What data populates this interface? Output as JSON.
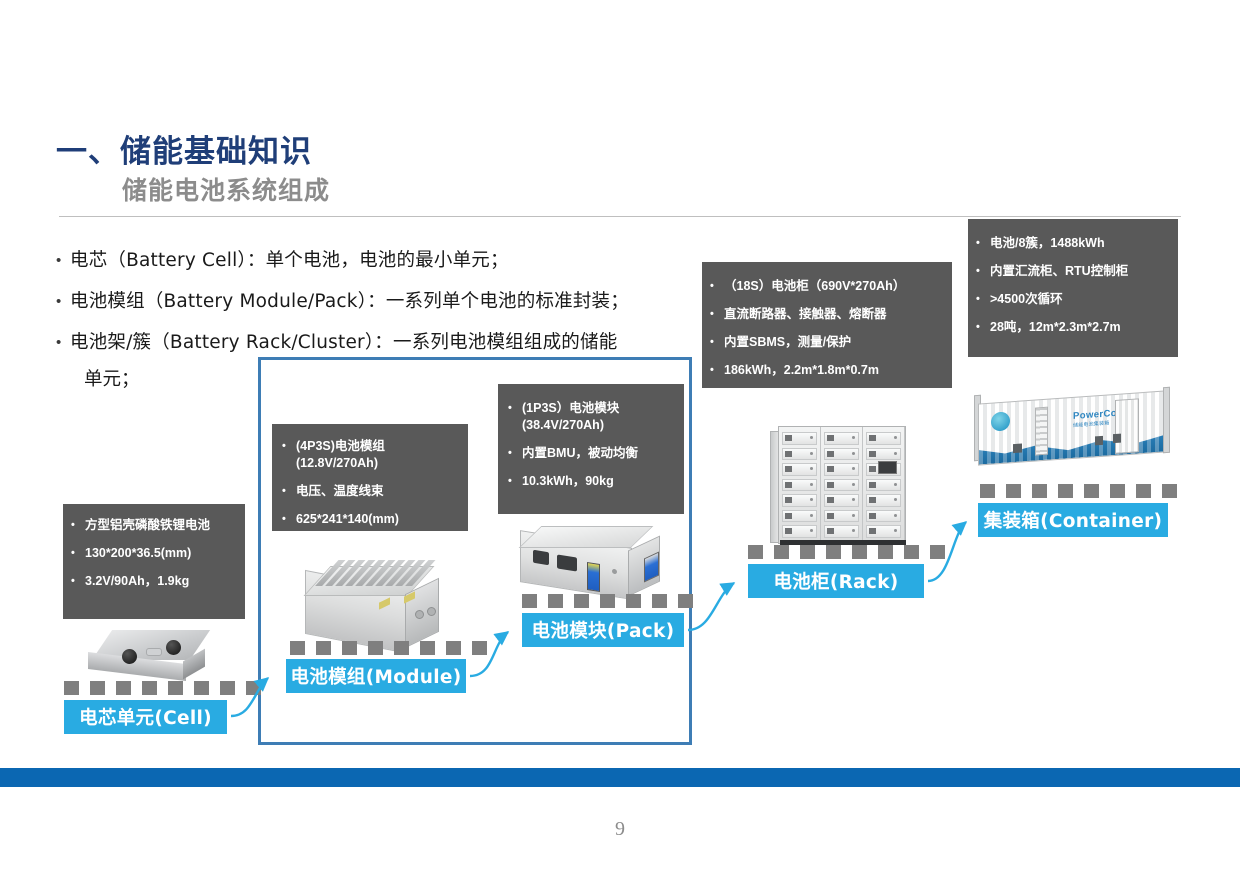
{
  "slide": {
    "title_main": "一、储能基础知识",
    "title_sub": "储能电池系统组成",
    "page_number": "9",
    "colors": {
      "title_blue": "#1F3E78",
      "subtitle_gray": "#8C8C8C",
      "caption_cyan": "#29ABE2",
      "spec_box_gray": "#595959",
      "group_border_blue": "#3E7DB5",
      "footer_blue": "#0B67B2",
      "dash_gray": "#7F7F7F"
    }
  },
  "bullets": [
    {
      "marker": "•",
      "text": "电芯（Battery Cell）：单个电池，电池的最小单元；"
    },
    {
      "marker": "•",
      "text": "电池模组（Battery Module/Pack）：一系列单个电池的标准封装；"
    },
    {
      "marker": "•",
      "text": "电池架/簇（Battery Rack/Cluster）：一系列电池模组组成的储能",
      "continuation": "单元；"
    }
  ],
  "spec_boxes": [
    {
      "id": "cell",
      "items": [
        "方型铝壳磷酸铁锂电池",
        "130*200*36.5(mm)",
        "3.2V/90Ah，1.9kg"
      ]
    },
    {
      "id": "module",
      "items": [
        "(4P3S)电池模组\n(12.8V/270Ah)",
        "电压、温度线束",
        "625*241*140(mm)"
      ]
    },
    {
      "id": "pack",
      "items": [
        "(1P3S）电池模块\n(38.4V/270Ah)",
        "内置BMU，被动均衡",
        "10.3kWh，90kg"
      ]
    },
    {
      "id": "rack",
      "items": [
        "（18S）电池柜（690V*270Ah）",
        "直流断路器、接触器、熔断器",
        "内置SBMS，测量/保护",
        "186kWh，2.2m*1.8m*0.7m"
      ]
    },
    {
      "id": "container",
      "items": [
        "电池/8簇，1488kWh",
        "内置汇流柜、RTU控制柜",
        ">4500次循环",
        "28吨，12m*2.3m*2.7m"
      ]
    }
  ],
  "captions": [
    {
      "id": "cell",
      "label": "电芯单元(Cell)"
    },
    {
      "id": "module",
      "label": "电池模组(Module)"
    },
    {
      "id": "pack",
      "label": "电池模块(Pack)"
    },
    {
      "id": "rack",
      "label": "电池柜(Rack)"
    },
    {
      "id": "container",
      "label": "集装箱(Container)"
    }
  ],
  "container_image": {
    "brand": "PowerCombo",
    "brand_sub": "储能电池集装箱"
  }
}
